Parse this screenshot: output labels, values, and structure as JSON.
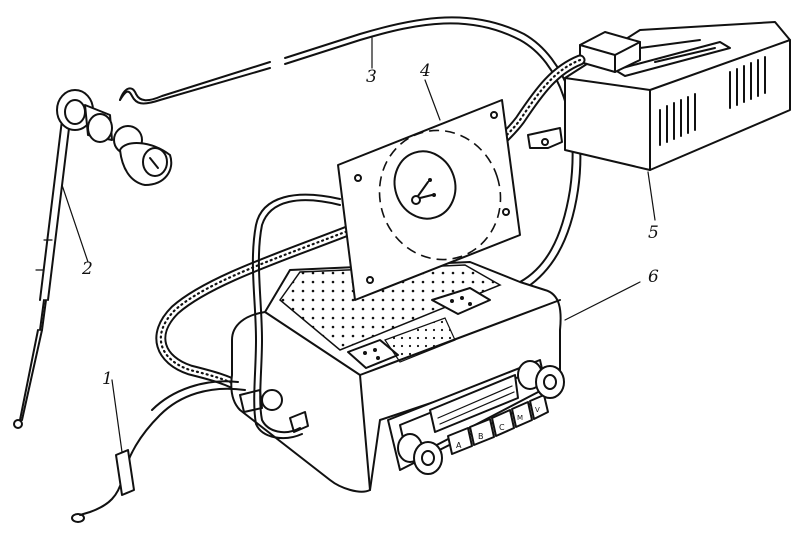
{
  "labels": {
    "l1": "1",
    "l2": "2",
    "l3": "3",
    "l4": "4",
    "l5": "5",
    "l6": "6"
  },
  "buttons": {
    "b1": "A",
    "b2": "B",
    "b3": "C",
    "b4": "M",
    "b5": "V"
  }
}
